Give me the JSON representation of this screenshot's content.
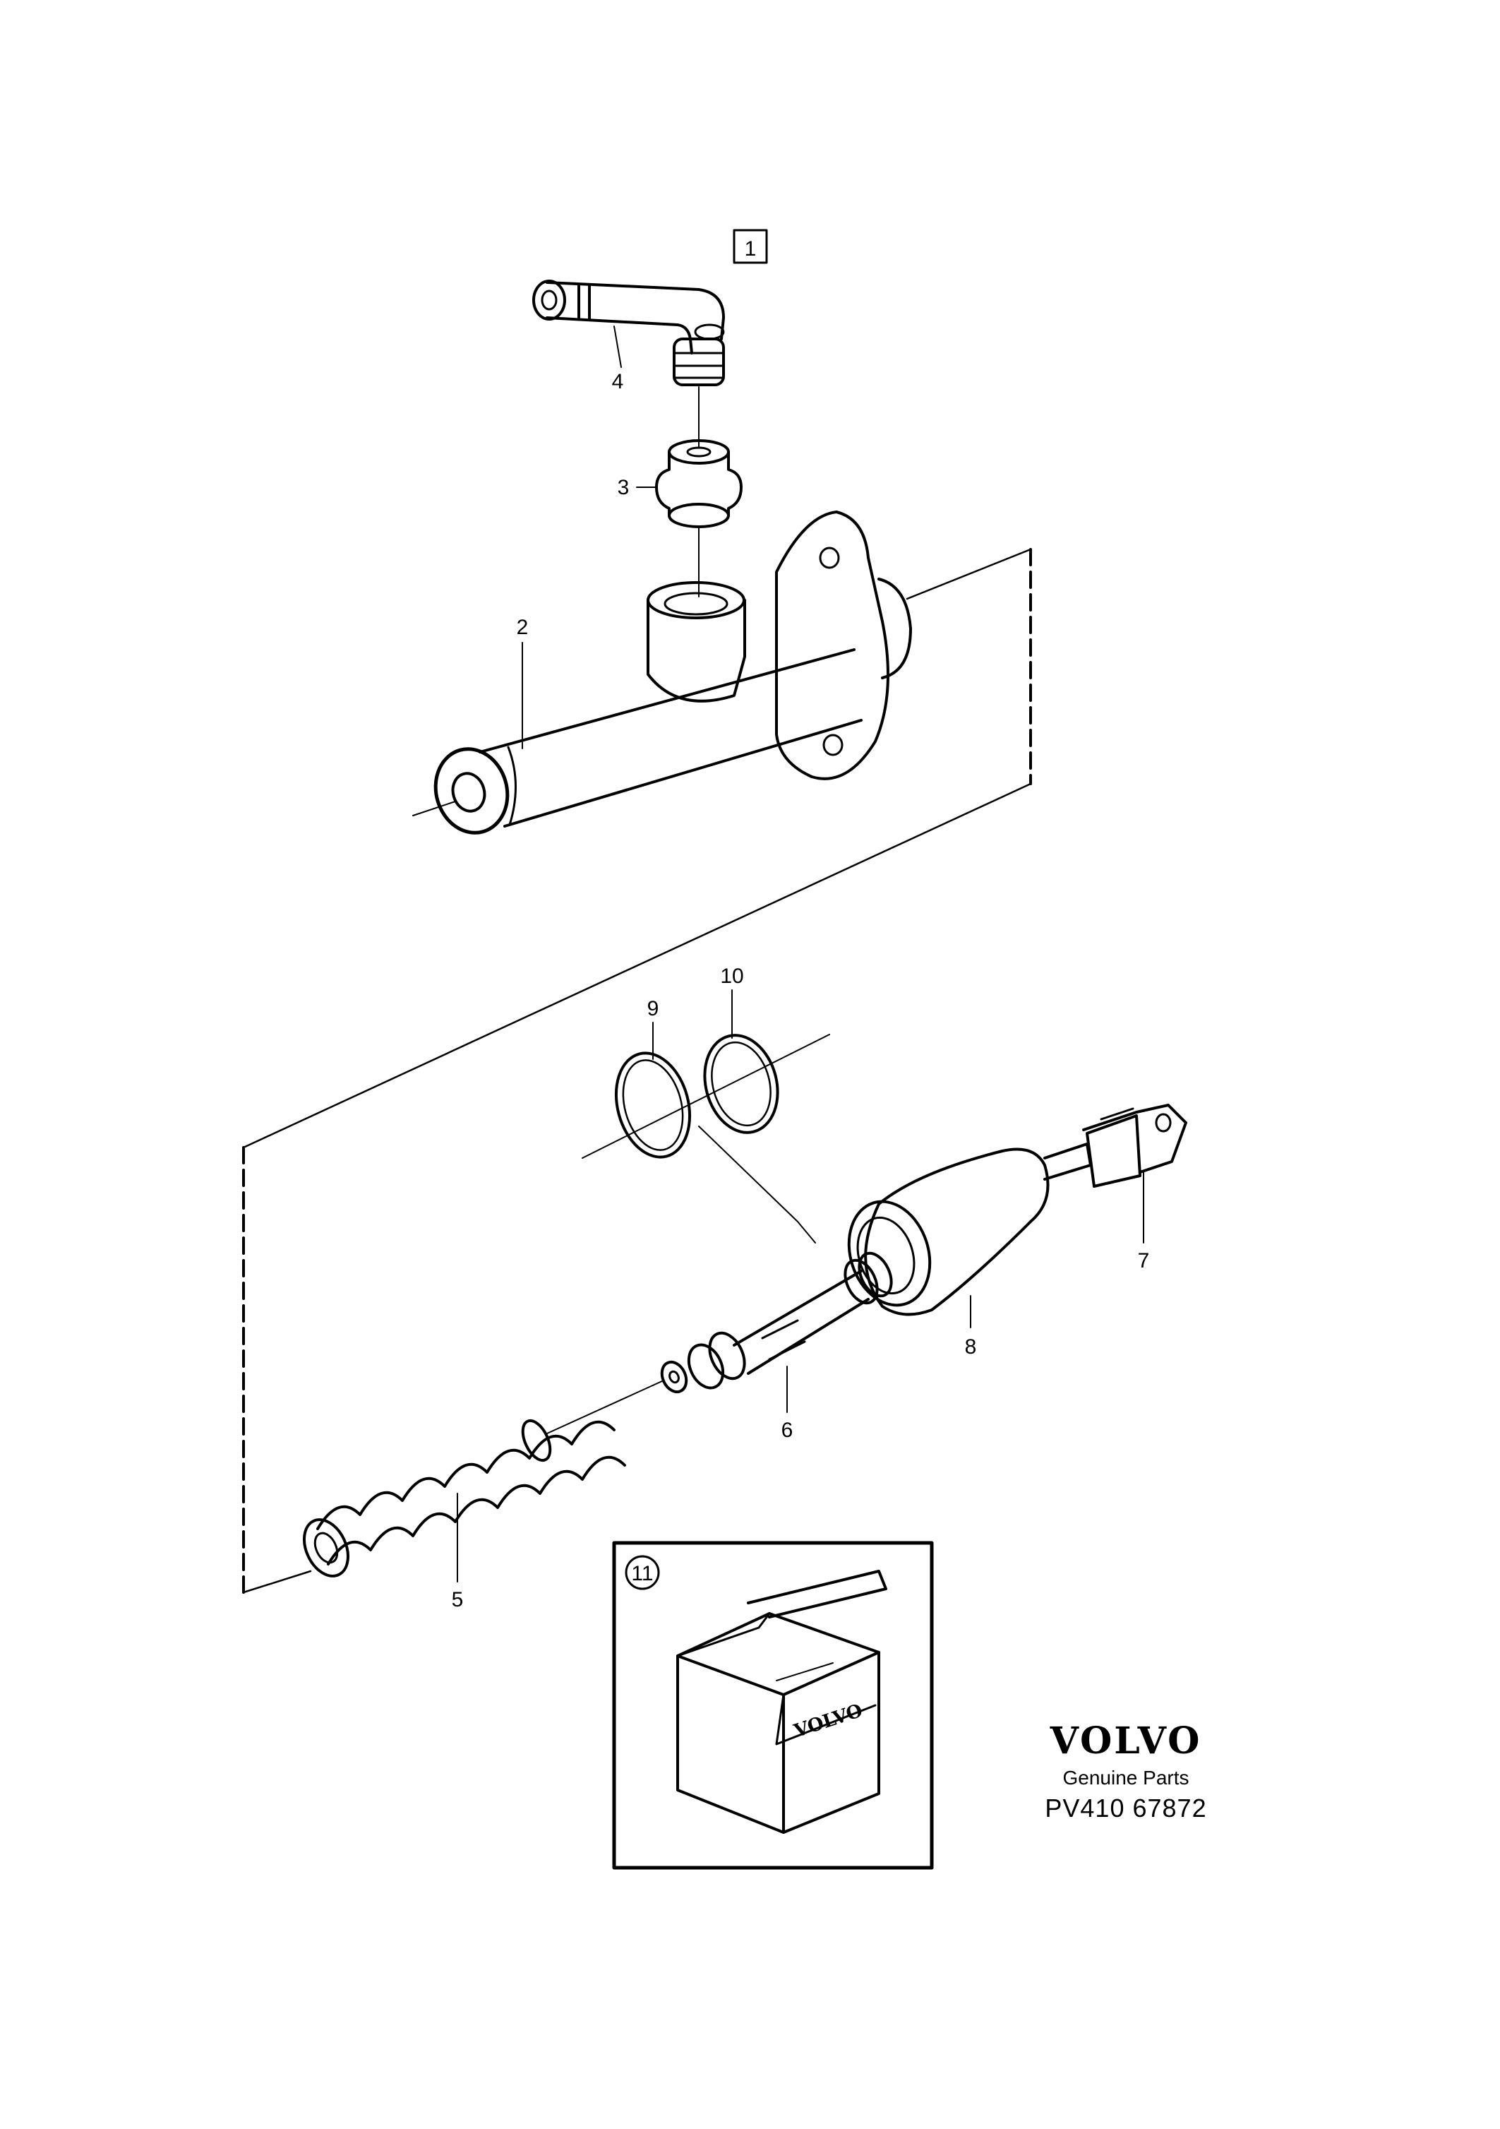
{
  "diagram": {
    "group_label": "1",
    "callouts": {
      "hose": "4",
      "grommet": "3",
      "cylinder": "2",
      "circlip_a": "9",
      "circlip_b": "10",
      "push_rod": "7",
      "dust_boot": "8",
      "piston": "6",
      "spring": "5",
      "repair_kit": "11"
    },
    "kit_box_label": "VOLVO"
  },
  "brand": {
    "logo": "VOLVO",
    "subtitle": "Genuine Parts",
    "code": "PV410 67872"
  }
}
